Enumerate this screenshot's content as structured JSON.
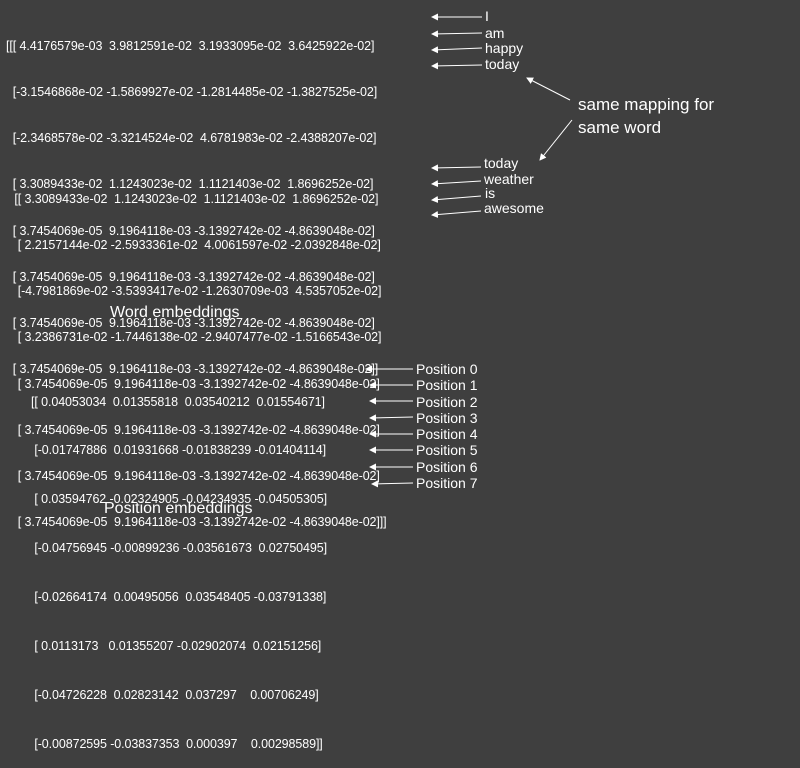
{
  "word_matrix_1": [
    "[[[ 4.4176579e-03  3.9812591e-02  3.1933095e-02  3.6425922e-02]",
    "  [-3.1546868e-02 -1.5869927e-02 -1.2814485e-02 -1.3827525e-02]",
    "  [-2.3468578e-02 -3.3214524e-02  4.6781983e-02 -2.4388207e-02]",
    "  [ 3.3089433e-02  1.1243023e-02  1.1121403e-02  1.8696252e-02]",
    "  [ 3.7454069e-05  9.1964118e-03 -3.1392742e-02 -4.8639048e-02]",
    "  [ 3.7454069e-05  9.1964118e-03 -3.1392742e-02 -4.8639048e-02]",
    "  [ 3.7454069e-05  9.1964118e-03 -3.1392742e-02 -4.8639048e-02]",
    "  [ 3.7454069e-05  9.1964118e-03 -3.1392742e-02 -4.8639048e-02]]"
  ],
  "word_matrix_2": [
    " [[ 3.3089433e-02  1.1243023e-02  1.1121403e-02  1.8696252e-02]",
    "  [ 2.2157144e-02 -2.5933361e-02  4.0061597e-02 -2.0392848e-02]",
    "  [-4.7981869e-02 -3.5393417e-02 -1.2630709e-03  4.5357052e-02]",
    "  [ 3.2386731e-02 -1.7446138e-02 -2.9407477e-02 -1.5166543e-02]",
    "  [ 3.7454069e-05  9.1964118e-03 -3.1392742e-02 -4.8639048e-02]",
    "  [ 3.7454069e-05  9.1964118e-03 -3.1392742e-02 -4.8639048e-02]",
    "  [ 3.7454069e-05  9.1964118e-03 -3.1392742e-02 -4.8639048e-02]",
    "  [ 3.7454069e-05  9.1964118e-03 -3.1392742e-02 -4.8639048e-02]]]"
  ],
  "words_1": [
    "I",
    "am",
    "happy",
    "today"
  ],
  "words_2": [
    "today",
    "weather",
    "is",
    "awesome"
  ],
  "same_mapping_note": [
    "same mapping for",
    "same word"
  ],
  "word_caption": "Word embeddings",
  "position_matrix": [
    "[[ 0.04053034  0.01355818  0.03540212  0.01554671]",
    " [-0.01747886  0.01931668 -0.01838239 -0.01404114]",
    " [ 0.03594762 -0.02324905 -0.04234935 -0.04505305]",
    " [-0.04756945 -0.00899236 -0.03561673  0.02750495]",
    " [-0.02664174  0.00495056  0.03548405 -0.03791338]",
    " [ 0.0113173   0.01355207 -0.02902074  0.02151256]",
    " [-0.04726228  0.02823142  0.037297    0.00706249]",
    " [-0.00872595 -0.03837353  0.000397    0.00298589]]"
  ],
  "position_labels": [
    "Position 0",
    "Position 1",
    "Position 2",
    "Position 3",
    "Position 4",
    "Position 5",
    "Position 6",
    "Position 7"
  ],
  "position_caption": "Position embeddings",
  "colors": {
    "background": "#3f3f3f",
    "foreground": "#ffffff"
  }
}
